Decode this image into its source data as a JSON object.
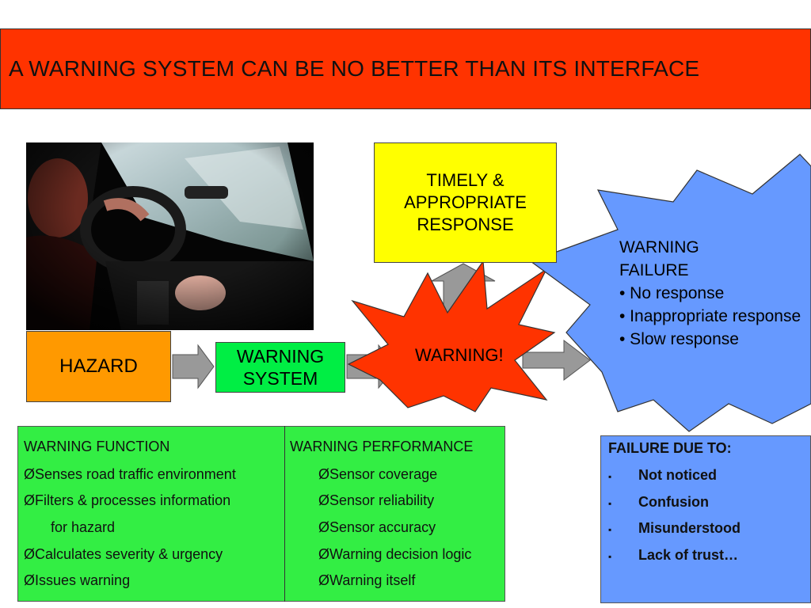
{
  "title": "A WARNING SYSTEM CAN BE NO BETTER THAN ITS INTERFACE",
  "nodes": {
    "hazard": "HAZARD",
    "warning_system": [
      "WARNING",
      "SYSTEM"
    ],
    "warning_burst": "WARNING!",
    "response": [
      "TIMELY &",
      "APPROPRIATE",
      "RESPONSE"
    ],
    "failure": {
      "heading": [
        "WARNING",
        "FAILURE"
      ],
      "items": [
        "• No response",
        "• Inappropriate response",
        "• Slow response"
      ]
    }
  },
  "function_col": {
    "heading": "WARNING FUNCTION",
    "items": [
      "Senses road traffic environment",
      "Filters & processes information",
      "for hazard",
      "Calculates severity & urgency",
      "Issues warning"
    ]
  },
  "performance_col": {
    "heading": "WARNING PERFORMANCE",
    "items": [
      "Sensor coverage",
      "Sensor reliability",
      "Sensor accuracy",
      "Warning decision logic",
      "Warning itself"
    ]
  },
  "failure_col": {
    "heading": "FAILURE DUE TO:",
    "items": [
      "Not noticed",
      "Confusion",
      "Misunderstood",
      "Lack of trust…"
    ]
  },
  "bullets": {
    "arrow": "Ø",
    "square": "▪"
  },
  "colors": {
    "banner": "#ff3300",
    "hazard": "#ff9900",
    "warning_system": "#00ee44",
    "response": "#ffff00",
    "burst": "#ff3300",
    "failure": "#6699ff",
    "arrow": "#999999"
  }
}
